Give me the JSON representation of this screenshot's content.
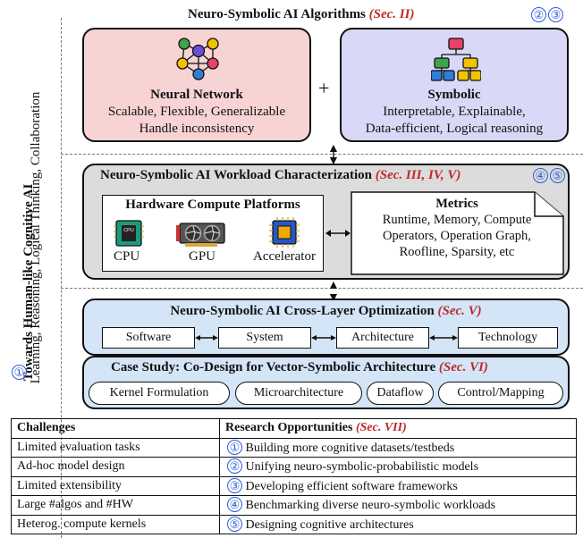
{
  "side": {
    "title": "Towards Human-like Cognitive AI",
    "subtitle": "Learning, Reasoning, Logical Thinking, Collaboration",
    "marker": "①"
  },
  "algorithms": {
    "title": "Neuro-Symbolic AI Algorithms",
    "section": "(Sec. II)",
    "markers": [
      "②",
      "③"
    ],
    "plus": "+",
    "neural": {
      "title": "Neural Network",
      "line1": "Scalable, Flexible, Generalizable",
      "line2": "Handle inconsistency"
    },
    "symbolic": {
      "title": "Symbolic",
      "line1": "Interpretable, Explainable,",
      "line2": "Data-efficient, Logical reasoning"
    }
  },
  "workload": {
    "title": "Neuro-Symbolic AI Workload Characterization",
    "section": "(Sec. III, IV, V)",
    "markers": [
      "④",
      "⑤"
    ],
    "hardware": {
      "title": "Hardware Compute Platforms",
      "items": [
        "CPU",
        "GPU",
        "Accelerator"
      ],
      "cpu_chip_text": "CPU"
    },
    "metrics": {
      "title": "Metrics",
      "lines": [
        "Runtime, Memory, Compute",
        "Operators, Operation Graph,",
        "Roofline, Sparsity, etc"
      ]
    }
  },
  "optimization": {
    "title": "Neuro-Symbolic AI Cross-Layer Optimization",
    "section": "(Sec. V)",
    "layers": [
      "Software",
      "System",
      "Architecture",
      "Technology"
    ]
  },
  "case_study": {
    "title": "Case Study: Co-Design for Vector-Symbolic Architecture",
    "section": "(Sec. VI)",
    "items": [
      "Kernel Formulation",
      "Microarchitecture",
      "Dataflow",
      "Control/Mapping"
    ]
  },
  "table": {
    "header_challenges": "Challenges",
    "header_opportunities": "Research Opportunities",
    "header_section": "(Sec. VII)",
    "rows": [
      {
        "challenge": "Limited evaluation tasks",
        "num": "①",
        "opportunity": "Building more cognitive datasets/testbeds"
      },
      {
        "challenge": "Ad-hoc model design",
        "num": "②",
        "opportunity": "Unifying neuro-symbolic-probabilistic models"
      },
      {
        "challenge": "Limited extensibility",
        "num": "③",
        "opportunity": "Developing efficient software frameworks"
      },
      {
        "challenge": "Large #algos and #HW",
        "num": "④",
        "opportunity": "Benchmarking diverse neuro-symbolic workloads"
      },
      {
        "challenge": "Heterog. compute kernels",
        "num": "⑤",
        "opportunity": "Designing cognitive architectures"
      }
    ]
  },
  "colors": {
    "neural_bg": "#f8d3d4",
    "symbolic_bg": "#d9d8f6",
    "workload_bg": "#dcdcdc",
    "opt_bg": "#d3e5f6",
    "accent_red": "#c0282d",
    "accent_blue": "#2a5bd7"
  }
}
